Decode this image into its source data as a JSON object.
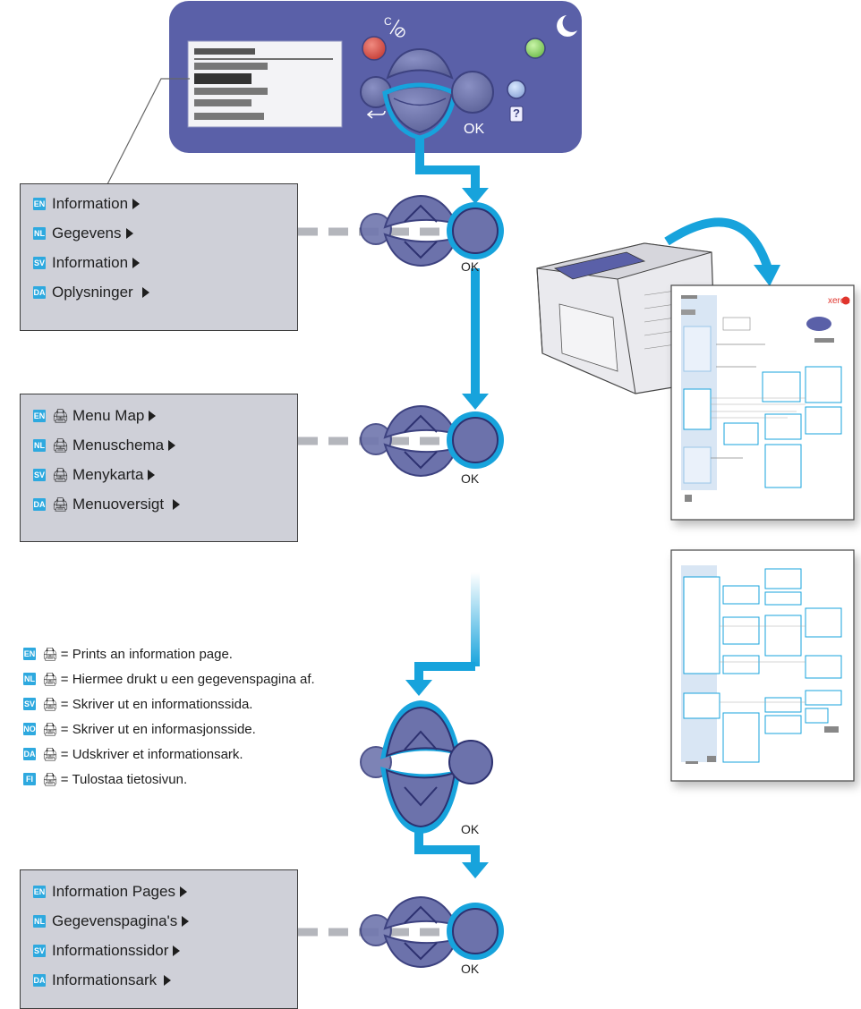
{
  "control_panel": {
    "c_label": "C",
    "ok_label": "OK",
    "help_label": "?"
  },
  "nav_ok_label": "OK",
  "menu1": [
    {
      "lang": "EN",
      "text": "Information"
    },
    {
      "lang": "NL",
      "text": "Gegevens"
    },
    {
      "lang": "SV",
      "text": "Information"
    },
    {
      "lang": "DA",
      "text": "Oplysninger"
    }
  ],
  "menu2": [
    {
      "lang": "EN",
      "text": "Menu Map"
    },
    {
      "lang": "NL",
      "text": "Menuschema"
    },
    {
      "lang": "SV",
      "text": "Menykarta"
    },
    {
      "lang": "DA",
      "text": "Menuoversigt"
    }
  ],
  "menu3": [
    {
      "lang": "EN",
      "text": "Information Pages"
    },
    {
      "lang": "NL",
      "text": "Gegevenspagina's"
    },
    {
      "lang": "SV",
      "text": "Informationssidor"
    },
    {
      "lang": "DA",
      "text": "Informationsark"
    }
  ],
  "legend": [
    {
      "lang": "EN",
      "text": "= Prints an information page."
    },
    {
      "lang": "NL",
      "text": "= Hiermee drukt u een gegevenspagina af."
    },
    {
      "lang": "SV",
      "text": "= Skriver ut en informationssida."
    },
    {
      "lang": "NO",
      "text": "= Skriver ut en informasjonsside."
    },
    {
      "lang": "DA",
      "text": "= Udskriver et informationsark."
    },
    {
      "lang": "FI",
      "text": "= Tulostaa tietosivun."
    }
  ],
  "brand": "xerox",
  "colors": {
    "accent": "#17a3dc",
    "panel": "#5a60a8",
    "button": "#6e74ac",
    "menu_bg": "#cfd0d8",
    "lang_badge": "#2ea9df",
    "stop_red": "#d9544f",
    "ready_green": "#8fd36b"
  },
  "icons": [
    "stop-icon",
    "ready-icon",
    "back-icon",
    "help-icon",
    "print-icon"
  ]
}
